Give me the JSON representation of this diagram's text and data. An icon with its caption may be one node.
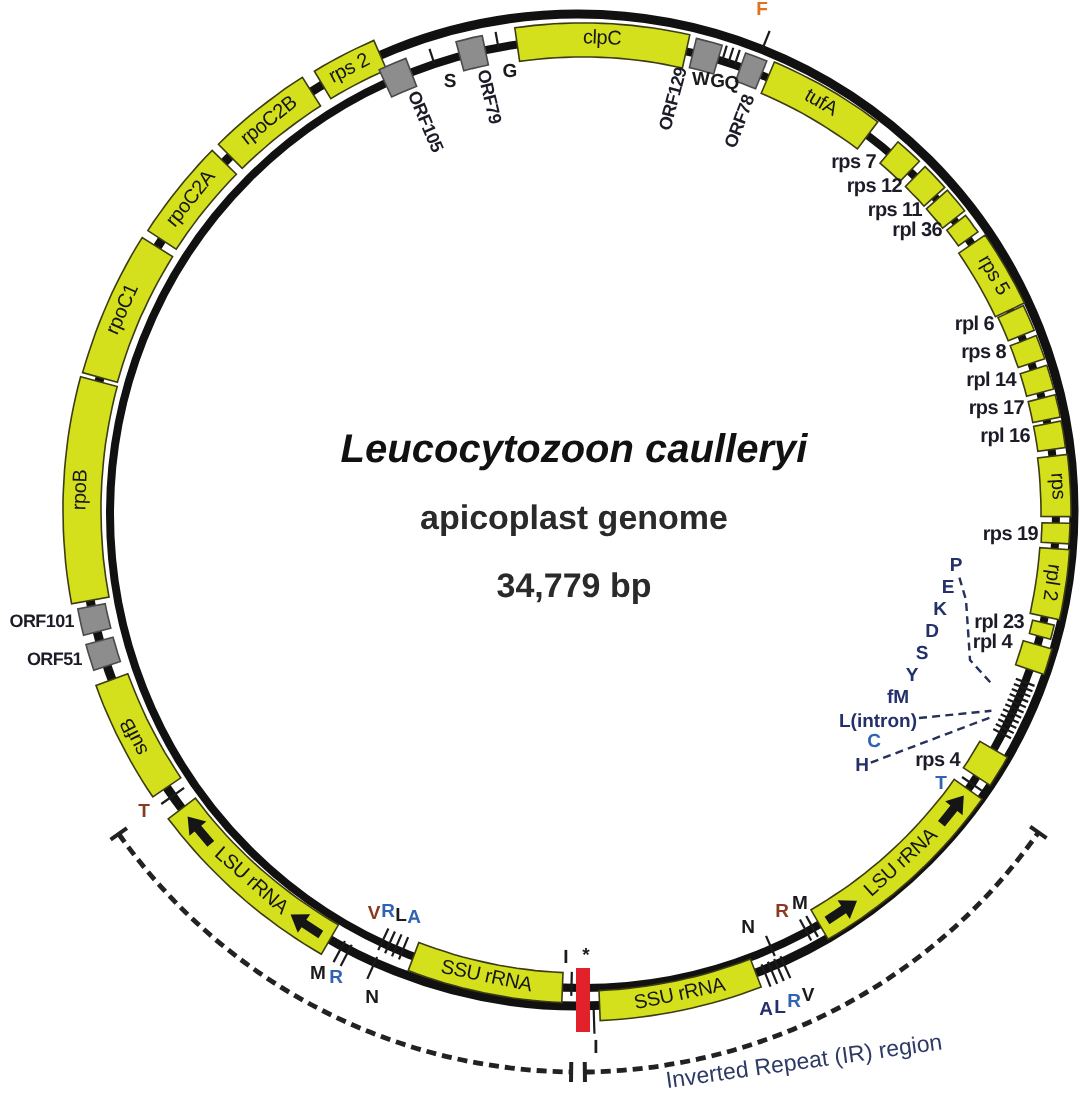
{
  "diagram": {
    "title": "Leucocytozoon caulleryi",
    "nodes": [
      {
        "text": [
          "rpoB"
        ]
      },
      {
        "text": [
          "rpoC1"
        ]
      },
      {
        "text": [
          "rpoC2A"
        ]
      },
      {
        "text": [
          "rpoC2B"
        ]
      },
      {
        "text": [
          "rps 2"
        ]
      },
      {
        "text": [],
        "shape": "box",
        "beside": [
          "ORF105"
        ]
      },
      {
        "text": [],
        "shape": "box",
        "beside": [
          "ORF79"
        ]
      },
      {
        "text": [
          "clpC"
        ]
      },
      {
        "text": [],
        "shape": "box",
        "beside": [
          "ORF129"
        ]
      },
      {
        "text": [],
        "shape": "box",
        "beside": [
          "ORF78"
        ]
      },
      {
        "text": [
          "tufA"
        ]
      },
      {
        "text": [],
        "shape": "box",
        "beside": [
          "rps 7"
        ]
      },
      {
        "text": [],
        "shape": "box",
        "beside": [
          "rps 12"
        ]
      },
      {
        "text": [],
        "shape": "box",
        "beside": [
          "rps 11"
        ]
      },
      {
        "text": [],
        "shape": "box",
        "beside": [
          "rpl 36"
        ]
      },
      {
        "text": [
          "rps 5"
        ]
      },
      {
        "text": [],
        "shape": "box",
        "beside": [
          "rpl 6"
        ]
      },
      {
        "text": [],
        "shape": "box",
        "beside": [
          "rps 8"
        ]
      },
      {
        "text": [],
        "shape": "box",
        "beside": [
          "rpl 14"
        ]
      },
      {
        "text": [],
        "shape": "box",
        "beside": [
          "rps 17"
        ]
      },
      {
        "text": [],
        "shape": "box",
        "beside": [
          "rpl 16"
        ]
      },
      {
        "text": [
          "rps"
        ]
      },
      {
        "text": [],
        "shape": "box",
        "beside": [
          "rps 19"
        ]
      },
      {
        "text": [
          "rpl 2"
        ]
      },
      {
        "text": [],
        "shape": "box",
        "beside": [
          "rpl 23"
        ]
      },
      {
        "text": [],
        "shape": "box",
        "beside": [
          "rpl 4"
        ]
      },
      {
        "text": [],
        "shape": "box",
        "beside": [
          "rps 4"
        ]
      },
      {
        "text": [
          "LSU rRNA"
        ]
      },
      {
        "text": [
          "SSU rRNA"
        ]
      },
      {
        "text": [
          "SSU rRNA"
        ]
      },
      {
        "text": [
          "LSU rRNA"
        ]
      },
      {
        "text": [
          "sufB"
        ]
      },
      {
        "text": [],
        "shape": "box",
        "beside": [
          "ORF51"
        ]
      },
      {
        "text": [],
        "shape": "box",
        "beside": [
          "ORF101"
        ]
      },
      {
        "text": [
          "P"
        ]
      },
      {
        "text": [
          "L(intron)"
        ]
      },
      {
        "text": [
          "H"
        ]
      },
      {
        "text": [],
        "shape": "bar"
      }
    ],
    "edges": [
      {
        "from": 34,
        "to": 37,
        "arrow": "none",
        "style": "dashed"
      },
      {
        "from": 35,
        "to": 37,
        "arrow": "none",
        "style": "dashed"
      },
      {
        "from": 36,
        "to": 37,
        "arrow": "none",
        "style": "dashed"
      }
    ],
    "labels": [
      "F",
      "S",
      "G",
      "W",
      "G",
      "Q",
      "apicoplast genome",
      "34,779 bp",
      "E",
      "K",
      "D",
      "S",
      "Y",
      "fM",
      "C",
      "T",
      "T",
      "V",
      "R",
      "L",
      "A",
      "R",
      "M",
      "N",
      "I",
      "*",
      "M",
      "R",
      "N",
      "A",
      "L",
      "R",
      "V",
      "I",
      "Inverted Repeat (IR) region"
    ]
  }
}
